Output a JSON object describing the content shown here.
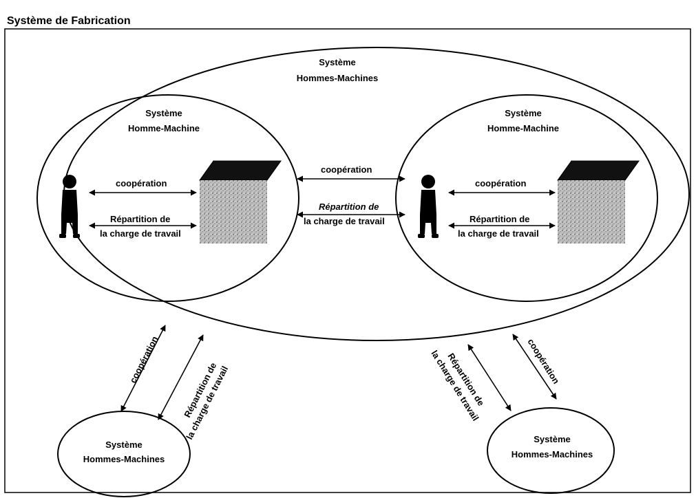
{
  "frame": {
    "title": "Système de Fabrication"
  },
  "outer_system": {
    "line1": "Système",
    "line2": "Hommes-Machines"
  },
  "left_system": {
    "line1": "Système",
    "line2": "Homme-Machine",
    "cooperation": "coopération",
    "repartition1": "Répartition de",
    "repartition2": "la charge de travail"
  },
  "right_system": {
    "line1": "Système",
    "line2": "Homme-Machine",
    "cooperation": "coopération",
    "repartition1": "Répartition de",
    "repartition2": "la charge de travail"
  },
  "center_link": {
    "cooperation": "coopération",
    "repartition1": "Répartition de",
    "repartition2": "la charge de travail"
  },
  "bottom_left_system": {
    "line1": "Système",
    "line2": "Hommes-Machines",
    "cooperation": "coopération",
    "repartition1": "Répartition de",
    "repartition2": "la charge de travail"
  },
  "bottom_right_system": {
    "line1": "Système",
    "line2": "Hommes-Machines",
    "cooperation": "coopération",
    "repartition1": "Répartition de",
    "repartition2": "la charge de travail"
  },
  "icons": {
    "person": "person-icon",
    "machine": "machine-icon"
  }
}
